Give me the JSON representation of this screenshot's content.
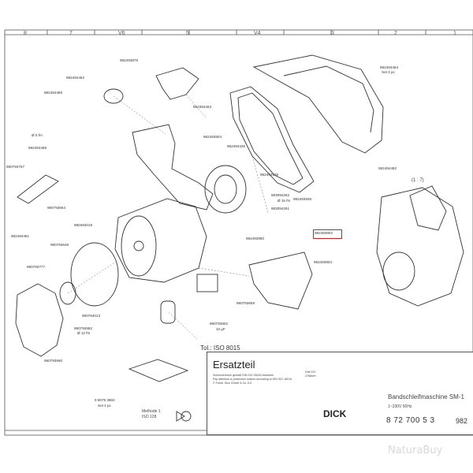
{
  "border_zones": {
    "top": [
      "8",
      "7",
      "V6",
      "5",
      "V4",
      "3",
      "2",
      "1"
    ]
  },
  "parts": [
    {
      "id": "982493875"
    },
    {
      "id": "982494462"
    },
    {
      "id": "982494464"
    },
    {
      "id": "982494459"
    },
    {
      "id": "982394463"
    },
    {
      "id": "982494458"
    },
    {
      "id": "982493904"
    },
    {
      "id": "982494436"
    },
    {
      "id": "960793757"
    },
    {
      "id": "960793664"
    },
    {
      "id": "980494018"
    },
    {
      "id": "982494481"
    },
    {
      "id": "960793648"
    },
    {
      "id": "960793777"
    },
    {
      "id": "980794013"
    },
    {
      "id": "980793682"
    },
    {
      "id": "980793660"
    },
    {
      "id": "982493938"
    },
    {
      "id": "982493935"
    },
    {
      "id": "982493938b"
    },
    {
      "id": "982494482"
    },
    {
      "id": "983094262"
    },
    {
      "id": "983094261"
    },
    {
      "id": "982493980"
    },
    {
      "id": "982493902"
    },
    {
      "id": "982493904b"
    },
    {
      "id": "980793659"
    },
    {
      "id": "980793802"
    }
  ],
  "labels": {
    "p1": "982493875",
    "p2": "982494462",
    "p3": "982394464",
    "p3b": "Set 3 pc",
    "p4": "982494459",
    "p4b": "Ø 5 fm",
    "p5": "982394463",
    "p6": "982494458",
    "p7": "982493904",
    "p8": "982494436",
    "p9": "980793757",
    "p10": "980793664",
    "p11": "980494018",
    "p12": "982494481",
    "p13": "980793648",
    "p14": "980793777",
    "p15": "980794013",
    "p16": "980793682",
    "p16b": "Ø 12 fm",
    "p17": "980793660",
    "p18": "982493938",
    "p19": "982493935",
    "p20": "982494482",
    "p21": "983094262",
    "p21b": "Ø 15 fm",
    "p22": "983094261",
    "p23": "982493980",
    "p24": "982493902",
    "p25": "982493904",
    "p26": "980793659",
    "p27": "980793802",
    "p27b": "10 µF",
    "p28": "9 8079 3650",
    "p28b": "Set 4 pc"
  },
  "tolerance": "Tol.: ISO 8015",
  "title_block": {
    "ersatzteil": "Ersatzteil",
    "note1": "Schutzvermerk gemäß DIN ISO 16016 beachten",
    "note2": "Pay attention to protection notices according to DIN ISO 16016",
    "note3": "© Friedr. Dick GmbH & Co. KG",
    "std1": "DIN ISO",
    "std2": "2768mH",
    "machine_name": "Bandschleifmaschine SM-1",
    "voltage": "1~230V 50Hz",
    "article": "8 72 700 5 3",
    "drawing_no": "982",
    "brand": "DICK",
    "method": "Methode 1",
    "method_iso": "ISO 128"
  },
  "scale_label": "(1 : 7)",
  "watermark": "NaturaBuy"
}
